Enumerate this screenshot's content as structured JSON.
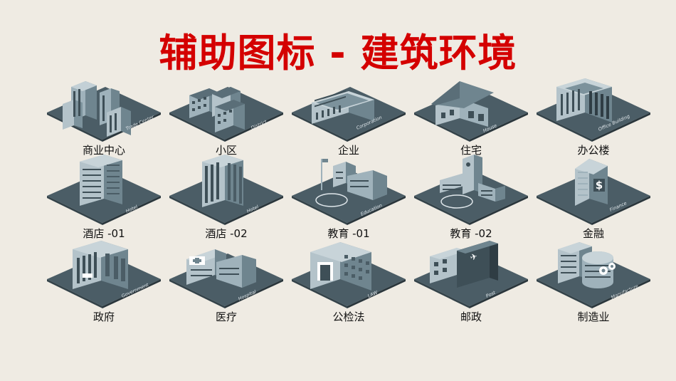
{
  "title": "辅助图标 - 建筑环境",
  "colors": {
    "title": "#d40000",
    "background": "#efebe3",
    "plate": "#4b5d66",
    "building_light": "#9fb2bb",
    "building_mid": "#6f858f",
    "building_dark": "#3e4f57"
  },
  "items": [
    {
      "label": "商业中心",
      "plate": "Trade Center",
      "icon": "trade-center-icon"
    },
    {
      "label": "小区",
      "plate": "District",
      "icon": "district-icon"
    },
    {
      "label": "企业",
      "plate": "Corporation",
      "icon": "corporation-icon"
    },
    {
      "label": "住宅",
      "plate": "House",
      "icon": "house-icon"
    },
    {
      "label": "办公楼",
      "plate": "Office Building",
      "icon": "office-building-icon"
    },
    {
      "label": "酒店 -01",
      "plate": "Hotel",
      "icon": "hotel-01-icon"
    },
    {
      "label": "酒店 -02",
      "plate": "Hotel",
      "icon": "hotel-02-icon"
    },
    {
      "label": "教育 -01",
      "plate": "Education",
      "icon": "education-01-icon"
    },
    {
      "label": "教育 -02",
      "plate": "",
      "icon": "education-02-icon"
    },
    {
      "label": "金融",
      "plate": "Finance",
      "icon": "finance-icon"
    },
    {
      "label": "政府",
      "plate": "Government",
      "icon": "government-icon"
    },
    {
      "label": "医疗",
      "plate": "Hospital",
      "icon": "hospital-icon"
    },
    {
      "label": "公检法",
      "plate": "LAW",
      "icon": "law-icon"
    },
    {
      "label": "邮政",
      "plate": "Post",
      "icon": "post-icon"
    },
    {
      "label": "制造业",
      "plate": "Manufacture",
      "icon": "manufacture-icon"
    }
  ]
}
